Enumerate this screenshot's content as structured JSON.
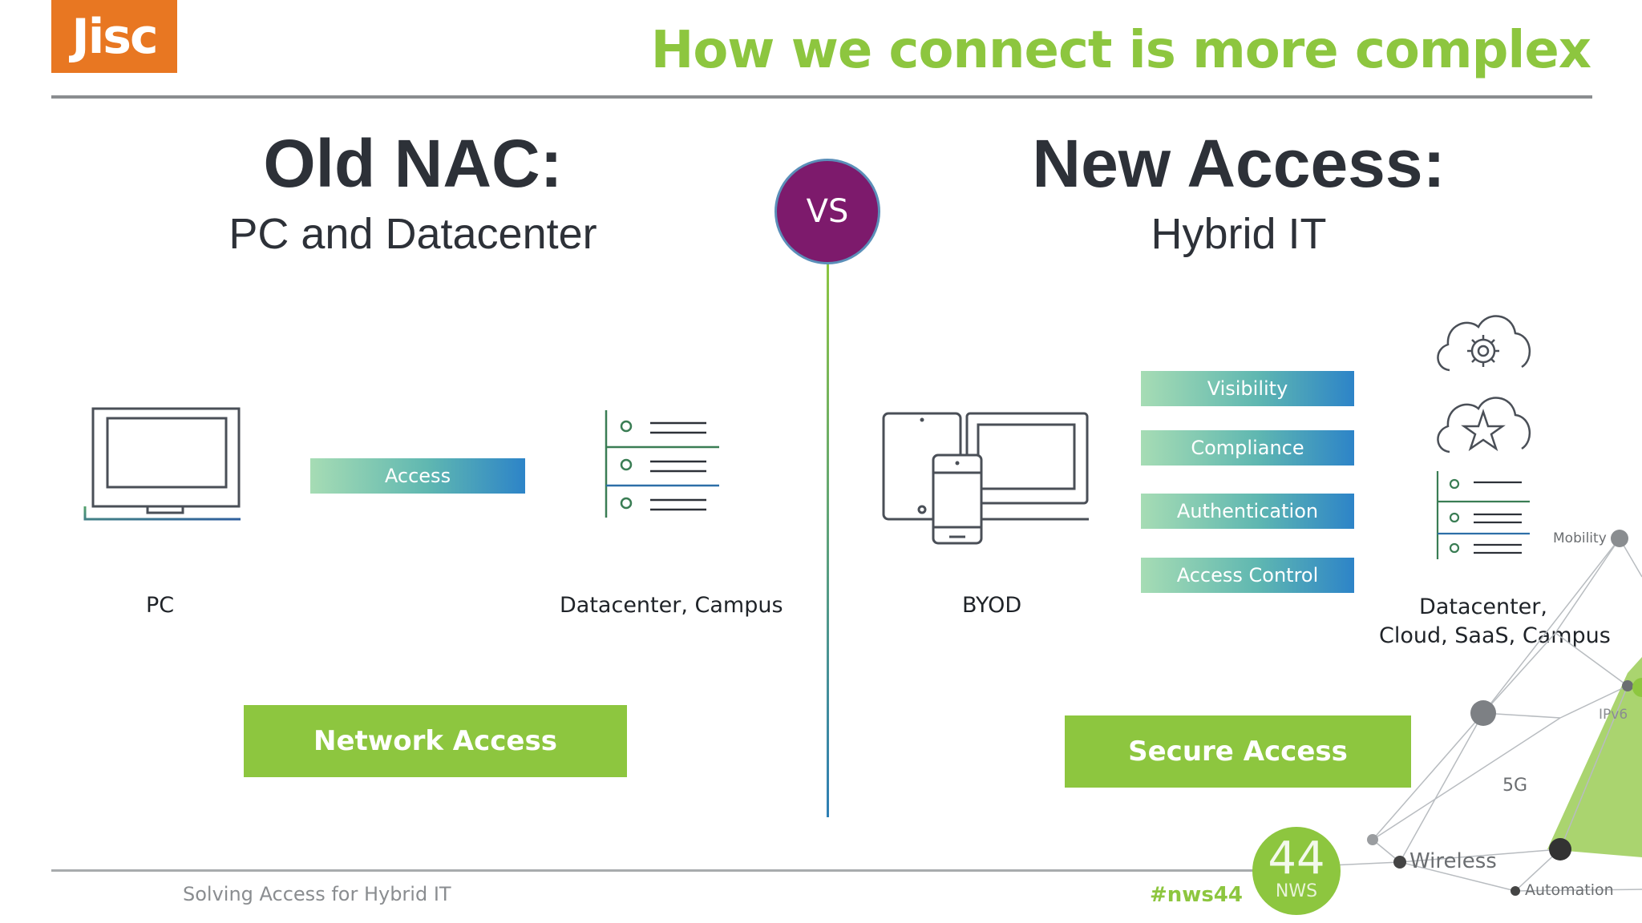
{
  "header": {
    "logo_text": "Jisc",
    "title": "How we connect is more complex"
  },
  "left": {
    "title": "Old NAC:",
    "subtitle": "PC and Datacenter",
    "access_bar": "Access",
    "pc_label": "PC",
    "dc_label": "Datacenter, Campus",
    "network_access": "Network Access"
  },
  "vs": "VS",
  "right": {
    "title": "New Access:",
    "subtitle": "Hybrid IT",
    "bars": [
      "Visibility",
      "Compliance",
      "Authentication",
      "Access Control"
    ],
    "byod_label": "BYOD",
    "dc_label_line1": "Datacenter,",
    "dc_label_line2": "Cloud, SaaS, Campus",
    "secure_access": "Secure Access"
  },
  "footer": {
    "text": "Solving Access for Hybrid IT",
    "hashtag": "#nws44",
    "badge_number": "44",
    "badge_text": "NWS"
  },
  "network_graphic": {
    "labels": [
      "Mobility",
      "IPv6",
      "5G",
      "Wireless",
      "Automation"
    ]
  },
  "colors": {
    "brand_orange": "#e87722",
    "accent_green": "#8dc63f",
    "vs_purple": "#7d1a6c",
    "heading_dark": "#2d3138"
  }
}
